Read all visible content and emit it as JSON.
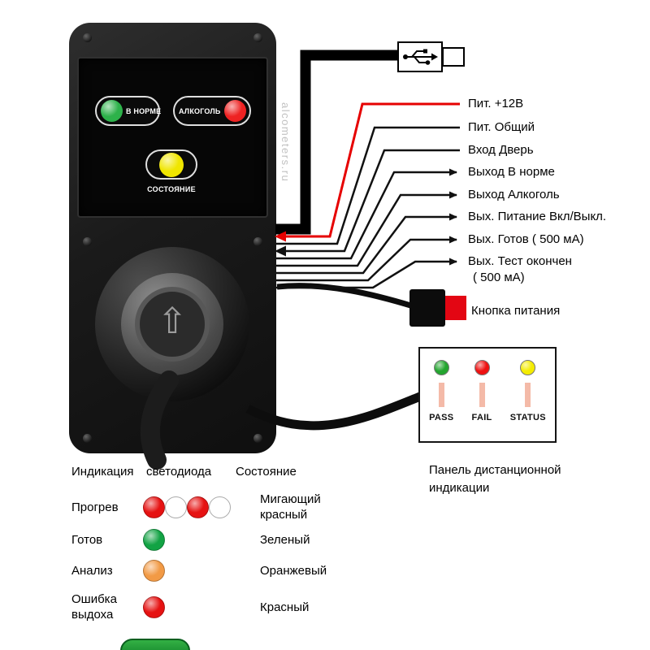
{
  "watermark": "alcometers.ru",
  "device": {
    "led_normal": "В НОРМЕ",
    "led_alcohol": "АЛКОГОЛЬ",
    "led_status": "СОСТОЯНИЕ",
    "socket_arrow": "⇧",
    "led_colors": {
      "normal": "#2db24a",
      "alcohol": "#ee2222",
      "status": "#f0e600"
    }
  },
  "connections": [
    {
      "label": "Пит. +12В",
      "wire_color": "#e60000",
      "direction": "in"
    },
    {
      "label": "Пит. Общий",
      "wire_color": "#111111",
      "direction": "none"
    },
    {
      "label": "Вход Дверь",
      "wire_color": "#111111",
      "direction": "in"
    },
    {
      "label": "Выход В норме",
      "wire_color": "#111111",
      "direction": "out"
    },
    {
      "label": "Выход Алкоголь",
      "wire_color": "#111111",
      "direction": "out"
    },
    {
      "label": "Вых. Питание Вкл/Выкл.",
      "wire_color": "#111111",
      "direction": "out"
    },
    {
      "label": "Вых. Готов  ( 500 мА)",
      "wire_color": "#111111",
      "direction": "out"
    },
    {
      "label": "Вых. Тест окончен",
      "label2": "( 500 мА)",
      "wire_color": "#111111",
      "direction": "out"
    }
  ],
  "power_button_label": "Кнопка питания",
  "remote_panel": {
    "leds": [
      {
        "label": "PASS",
        "color": "#23a52f"
      },
      {
        "label": "FAIL",
        "color": "#ee1111"
      },
      {
        "label": "STATUS",
        "color": "#f4ec00"
      }
    ],
    "caption_line1": "Панель дистанционной",
    "caption_line2": "индикации"
  },
  "legend": {
    "header_col1": "Индикация",
    "header_col2": "светодиода",
    "header_col3": "Состояние",
    "swatch_colors": {
      "red": "#e61212",
      "white": "#ffffff",
      "green": "#12a344",
      "orange": "#f29a45"
    },
    "rows": [
      {
        "name": "Прогрев",
        "swatches": [
          "red",
          "white",
          "red",
          "white"
        ],
        "state": "Мигающий красный"
      },
      {
        "name": "Готов",
        "swatches": [
          "green"
        ],
        "state": "Зеленый"
      },
      {
        "name": "Анализ",
        "swatches": [
          "orange"
        ],
        "state": "Оранжевый"
      },
      {
        "name": "Ошибка выдоха",
        "swatches": [
          "red"
        ],
        "state": "Красный"
      }
    ]
  }
}
